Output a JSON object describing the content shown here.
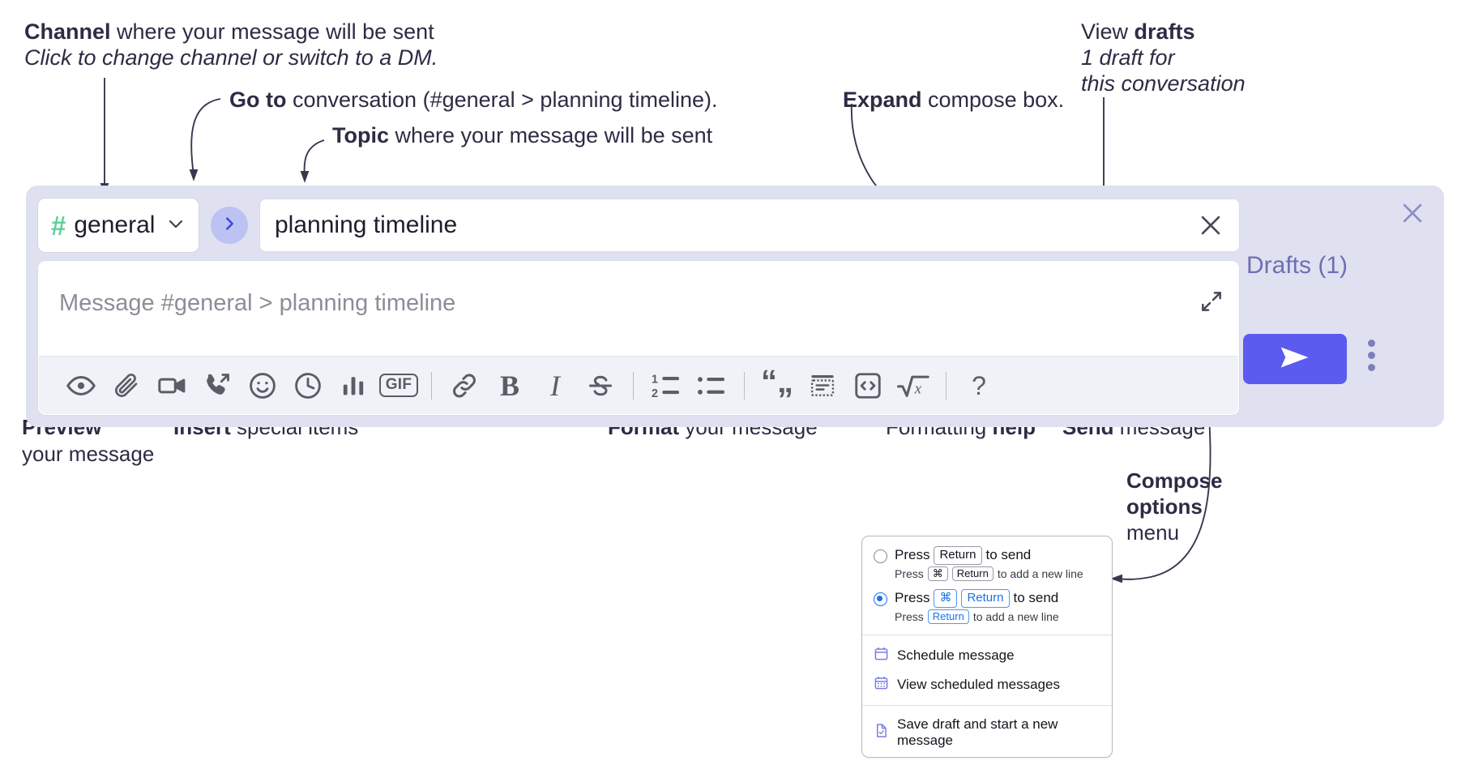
{
  "annotations": {
    "channel": {
      "bold": "Channel",
      "rest": " where your message will be sent",
      "italic": "Click to change channel or switch to a DM."
    },
    "goto": {
      "bold": "Go to",
      "rest": " conversation (#general > planning timeline)."
    },
    "topic": {
      "bold": "Topic",
      "rest": " where your message will be sent"
    },
    "expand": {
      "bold": "Expand",
      "rest": " compose box."
    },
    "drafts": {
      "lead": "View ",
      "bold": "drafts",
      "italic_1": "1 draft for",
      "italic_2": "this conversation"
    },
    "preview": {
      "bold": "Preview",
      "rest": "your message"
    },
    "insert": {
      "bold": "Insert",
      "rest": " special items"
    },
    "format": {
      "bold": "Format",
      "rest": " your message"
    },
    "help": {
      "lead": "Formatting ",
      "bold": "help"
    },
    "send": {
      "bold": "Send",
      "rest": " message"
    },
    "compose_options": {
      "bold_1": "Compose",
      "bold_2": "options",
      "rest": "menu"
    }
  },
  "compose": {
    "channel_name": "general",
    "channel_hash": "#",
    "channel_icon": "hash-icon",
    "caret_icon": "chevron-down-icon",
    "goto_icon": "chevron-right-icon",
    "topic_value": "planning timeline",
    "topic_clear_icon": "close-icon",
    "message_placeholder": "Message #general > planning timeline",
    "expand_icon": "expand-icon",
    "panel_close_icon": "close-icon",
    "drafts_label": "Drafts (1)",
    "send_icon": "send-paper-plane-icon",
    "options_icon": "kebab-menu-icon",
    "accent_color": "#5b5bef",
    "panel_bg": "#dfe1f0",
    "hash_color": "#5ecf9a"
  },
  "toolbar": {
    "groups": [
      {
        "name": "preview",
        "items": [
          {
            "name": "preview-eye-icon",
            "label": "Preview"
          }
        ]
      },
      {
        "name": "insert",
        "items": [
          {
            "name": "attach-paperclip-icon",
            "label": "Attach file"
          },
          {
            "name": "video-camera-icon",
            "label": "Record video clip"
          },
          {
            "name": "phone-forward-icon",
            "label": "Record audio clip"
          },
          {
            "name": "emoji-smiley-icon",
            "label": "Emoji"
          },
          {
            "name": "clock-icon",
            "label": "Mention later"
          },
          {
            "name": "bar-chart-icon",
            "label": "Poll"
          },
          {
            "name": "gif-icon",
            "label": "GIF"
          }
        ]
      },
      {
        "name": "format",
        "items": [
          {
            "name": "link-icon",
            "label": "Link"
          },
          {
            "name": "bold-icon",
            "label": "B"
          },
          {
            "name": "italic-icon",
            "label": "I"
          },
          {
            "name": "strikethrough-icon",
            "label": "S"
          },
          {
            "name": "ordered-list-icon",
            "label": "Ordered list"
          },
          {
            "name": "bullet-list-icon",
            "label": "Bulleted list"
          },
          {
            "name": "blockquote-icon",
            "label": "Blockquote"
          },
          {
            "name": "code-block-icon",
            "label": "Code block"
          },
          {
            "name": "inline-code-icon",
            "label": "Code"
          },
          {
            "name": "math-icon",
            "label": "Math"
          }
        ]
      },
      {
        "name": "help",
        "items": [
          {
            "name": "help-question-icon",
            "label": "?"
          }
        ]
      }
    ],
    "gif_label": "GIF",
    "bold_label": "B",
    "italic_label": "I",
    "help_label": "?"
  },
  "menu": {
    "options": [
      {
        "selected": false,
        "main": [
          {
            "t": "text",
            "v": "Press"
          },
          {
            "t": "key",
            "v": "Return"
          },
          {
            "t": "text",
            "v": "to send"
          }
        ],
        "sub": [
          {
            "t": "text",
            "v": "Press"
          },
          {
            "t": "key",
            "v": "⌘"
          },
          {
            "t": "key",
            "v": "Return"
          },
          {
            "t": "text",
            "v": "to add a new line"
          }
        ]
      },
      {
        "selected": true,
        "main": [
          {
            "t": "text",
            "v": "Press"
          },
          {
            "t": "key-blue",
            "v": "⌘"
          },
          {
            "t": "key-blue",
            "v": "Return"
          },
          {
            "t": "text",
            "v": "to send"
          }
        ],
        "sub": [
          {
            "t": "text",
            "v": "Press"
          },
          {
            "t": "key-blue",
            "v": "Return"
          },
          {
            "t": "text",
            "v": "to add a new line"
          }
        ]
      }
    ],
    "items": [
      {
        "icon": "calendar-schedule-icon",
        "label": "Schedule message"
      },
      {
        "icon": "calendar-view-icon",
        "label": "View scheduled messages"
      },
      {
        "icon": "save-draft-icon",
        "label": "Save draft and start a new message"
      }
    ],
    "icon_color": "#7b7de0"
  }
}
